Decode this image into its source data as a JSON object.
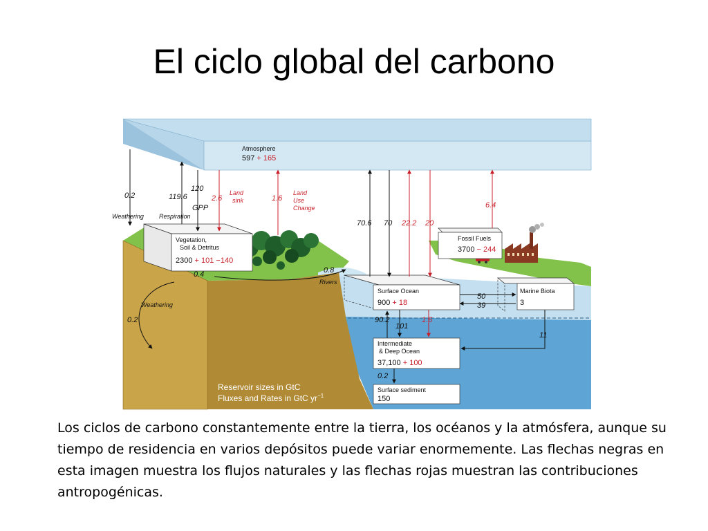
{
  "title": "El ciclo global del carbono",
  "diagram": {
    "reservoirs": {
      "atmosphere": {
        "name": "Atmosphere",
        "natural": "597",
        "anthropogenic": "+ 165"
      },
      "vegetation": {
        "name_line1": "Vegetation,",
        "name_line2": "Soil & Detritus",
        "natural": "2300",
        "anthropogenic": "+ 101 −140"
      },
      "fossil_fuels": {
        "name": "Fossil Fuels",
        "natural": "3700",
        "anthropogenic": "− 244"
      },
      "surface_ocean": {
        "name": "Surface Ocean",
        "natural": "900",
        "anthropogenic": "+ 18"
      },
      "marine_biota": {
        "name": "Marine Biota",
        "natural": "3"
      },
      "deep_ocean": {
        "name_line1": "Intermediate",
        "name_line2": "& Deep Ocean",
        "natural": "37,100",
        "anthropogenic": "+ 100"
      },
      "sediment": {
        "name": "Surface sediment",
        "natural": "150"
      }
    },
    "fluxes": {
      "weathering_atm": "0.2",
      "weathering_label": "Weathering",
      "respiration": "119.6",
      "respiration_label": "Respiration",
      "gpp": "120",
      "gpp_label": "GPP",
      "land_sink": "2.6",
      "land_sink_line1": "Land",
      "land_sink_line2": "sink",
      "land_use": "1.6",
      "land_use_line1": "Land",
      "land_use_line2": "Use",
      "land_use_line3": "Change",
      "ocean_out": "70.6",
      "ocean_in": "70",
      "ocean_out_anthro": "22.2",
      "ocean_in_anthro": "20",
      "fossil_emissions": "6.4",
      "rivers": "0.8",
      "rivers_label": "Rivers",
      "soil_runoff": "0.4",
      "weathering_ground": "0.2",
      "weathering_ground_label": "Weathering",
      "biota_up": "50",
      "biota_down": "39",
      "biota_export": "11",
      "upwelling": "90.2",
      "downwelling": "101",
      "deep_anthro": "1.6",
      "sedimentation": "0.2"
    },
    "legend": {
      "line1": "Reservoir sizes in GtC",
      "line2": "Fluxes and Rates in GtC yr",
      "line2_sup": "−1"
    },
    "colors": {
      "natural_flux": "#111111",
      "anthropogenic_flux": "#c8202a",
      "atmosphere": "#cfe4f1",
      "ocean_surface": "#bfdcee",
      "ocean_deep": "#5fa6d6",
      "land": "#7dbf45",
      "ground": "#b8963e"
    }
  },
  "caption": "Los ciclos de carbono constantemente entre la tierra, los océanos y la atmósfera, aunque su tiempo de residencia en varios depósitos puede variar enormemente. Las flechas negras en esta imagen muestra los flujos naturales y las flechas rojas muestran las contribuciones antropogénicas."
}
